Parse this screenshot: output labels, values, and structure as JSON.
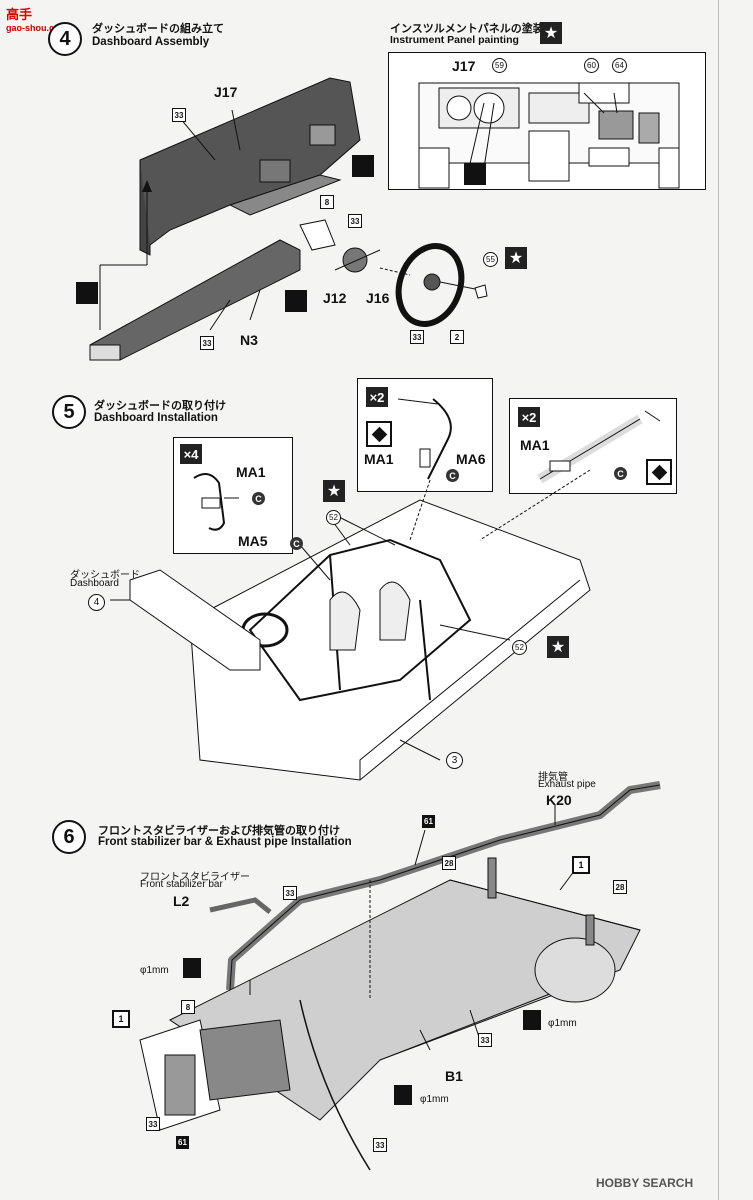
{
  "logo": {
    "main": "高手",
    "sub": "gao-shou.com"
  },
  "step4": {
    "num": "4",
    "title_jp": "ダッシュボードの組み立て",
    "title_en": "Dashboard Assembly",
    "parts": {
      "j17": "J17",
      "n3": "N3",
      "j12": "J12",
      "j16": "J16",
      "p8": "8",
      "p2": "2",
      "p55": "55",
      "p33": "33"
    },
    "inset": {
      "title_jp": "インスツルメントパネルの塗装",
      "title_en": "Instrument Panel painting",
      "j17": "J17",
      "p59": "59",
      "p60": "60",
      "p64": "64"
    }
  },
  "step5": {
    "num": "5",
    "title_jp": "ダッシュボードの取り付け",
    "title_en": "Dashboard Installation",
    "dashboard_jp": "ダッシュボード",
    "dashboard_en": "Dashboard",
    "ref4": "4",
    "ref3": "3",
    "p52": "52",
    "c_label": "C",
    "box1": {
      "qty": "×4",
      "ma1": "MA1",
      "ma5": "MA5"
    },
    "box2": {
      "qty": "×2",
      "ma1": "MA1",
      "ma6": "MA6"
    },
    "box3": {
      "qty": "×2",
      "ma1": "MA1"
    }
  },
  "step6": {
    "num": "6",
    "title_jp": "フロントスタビライザーおよび排気管の取り付け",
    "title_en": "Front stabilizer bar & Exhaust pipe Installation",
    "exhaust_jp": "排気管",
    "exhaust_en": "Exhaust pipe",
    "k20": "K20",
    "stab_jp": "フロントスタビライザー",
    "stab_en": "Front stabilizer bar",
    "l2": "L2",
    "b1": "B1",
    "p61": "61",
    "p28": "28",
    "p1": "1",
    "p8": "8",
    "p33": "33",
    "drill": "φ1mm"
  },
  "watermark": "HOBBY SEARCH",
  "star_glyph": "★"
}
